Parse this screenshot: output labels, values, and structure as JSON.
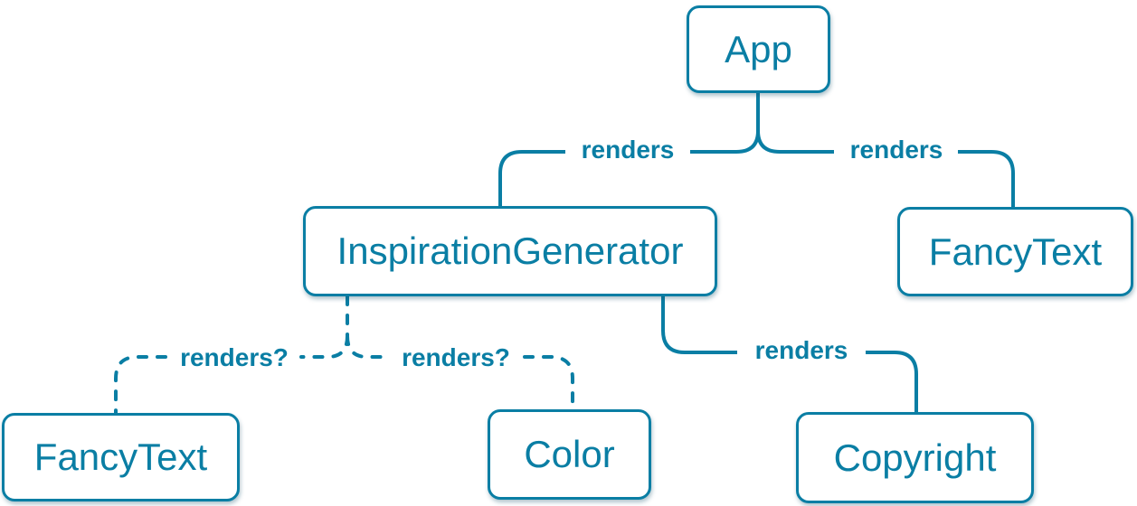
{
  "colors": {
    "accent": "#0a7ea4",
    "node_fill": "#ffffff",
    "background": "#ffffff"
  },
  "nodes": {
    "app": {
      "label": "App"
    },
    "inspiration_generator": {
      "label": "InspirationGenerator"
    },
    "fancy_text_top": {
      "label": "FancyText"
    },
    "fancy_text_bottom": {
      "label": "FancyText"
    },
    "color": {
      "label": "Color"
    },
    "copyright": {
      "label": "Copyright"
    }
  },
  "edges": {
    "app_to_inspiration_generator": {
      "label": "renders",
      "style": "solid"
    },
    "app_to_fancy_text": {
      "label": "renders",
      "style": "solid"
    },
    "inspiration_generator_to_copyright": {
      "label": "renders",
      "style": "solid"
    },
    "inspiration_generator_to_fancy_text": {
      "label": "renders?",
      "style": "dashed"
    },
    "inspiration_generator_to_color": {
      "label": "renders?",
      "style": "dashed"
    }
  }
}
